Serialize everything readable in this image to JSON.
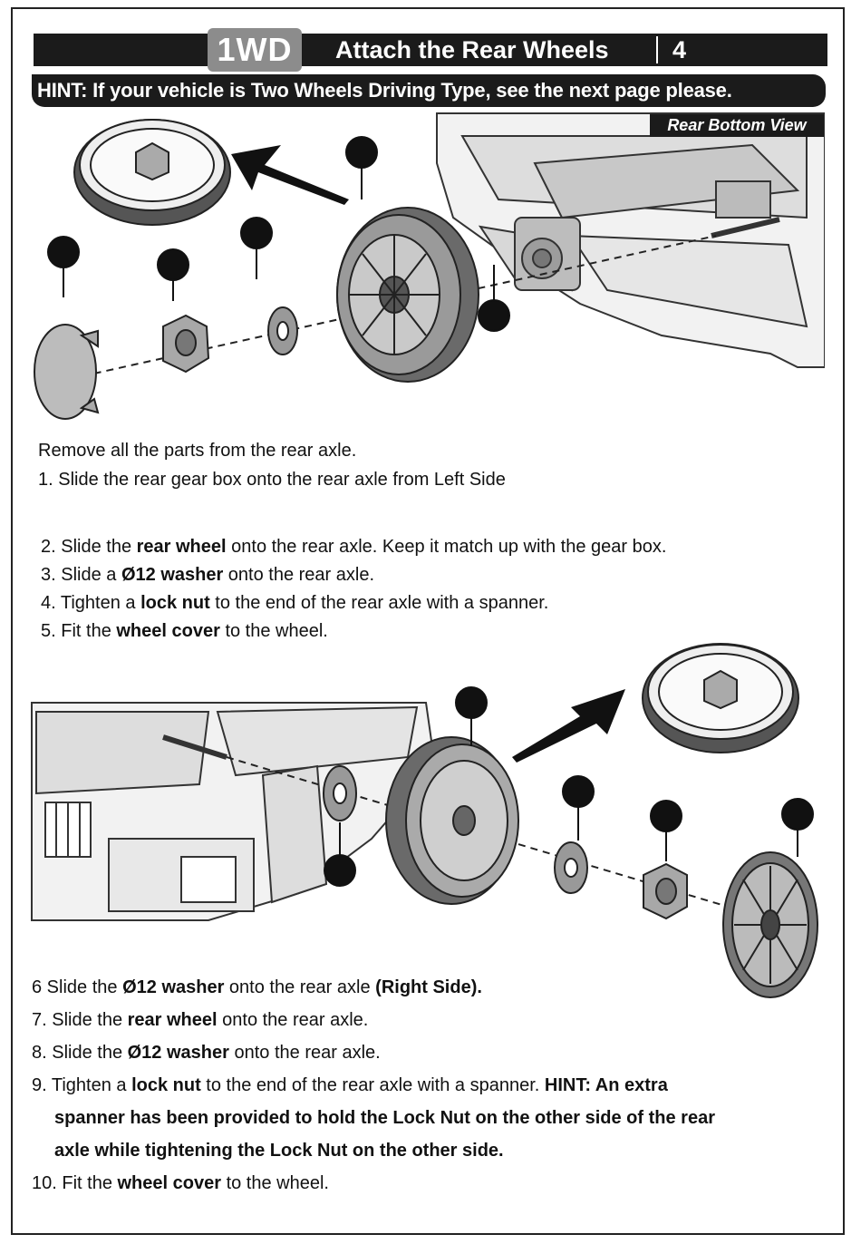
{
  "header": {
    "badge": "1WD",
    "title": "Attach the Rear Wheels",
    "step_number": "4"
  },
  "hint_bar": "HINT: If your vehicle is Two Wheels Driving Type, see the next page please.",
  "view_label": "Rear Bottom View",
  "section1": {
    "intro": "Remove all the parts from the rear axle.",
    "step1": "1. Slide the rear gear box onto the rear axle from Left Side",
    "step2": {
      "pre": "2. Slide the ",
      "bold": "rear wheel",
      "post": " onto the rear axle. Keep it match up with the gear box."
    },
    "step3": {
      "pre": "3. Slide a ",
      "bold": "Ø12 washer",
      "post": " onto the rear axle."
    },
    "step4": {
      "pre": "4. Tighten a ",
      "bold": "lock nut",
      "post": " to the end of the rear axle with a spanner."
    },
    "step5": {
      "pre": "5. Fit the ",
      "bold": "wheel cover",
      "post": " to the wheel."
    }
  },
  "section2": {
    "step6": {
      "pre": "6 Slide the ",
      "bold": "Ø12 washer",
      "mid": " onto the rear axle ",
      "bold2": "(Right Side)."
    },
    "step7": {
      "pre": "7. Slide the ",
      "bold": "rear wheel",
      "post": " onto the rear axle."
    },
    "step8": {
      "pre": "8. Slide the ",
      "bold": "Ø12 washer",
      "post": " onto the rear axle."
    },
    "step9": {
      "pre": "9. Tighten a ",
      "bold": "lock nut",
      "post": " to the end of the rear axle with a spanner. ",
      "hint1": "HINT: An extra",
      "hint2": "spanner has been provided to hold the Lock Nut on the other side of the rear",
      "hint3": "axle while tightening the Lock Nut on the other side."
    },
    "step10": {
      "pre": "10. Fit the ",
      "bold": "wheel cover",
      "post": " to the wheel."
    }
  }
}
